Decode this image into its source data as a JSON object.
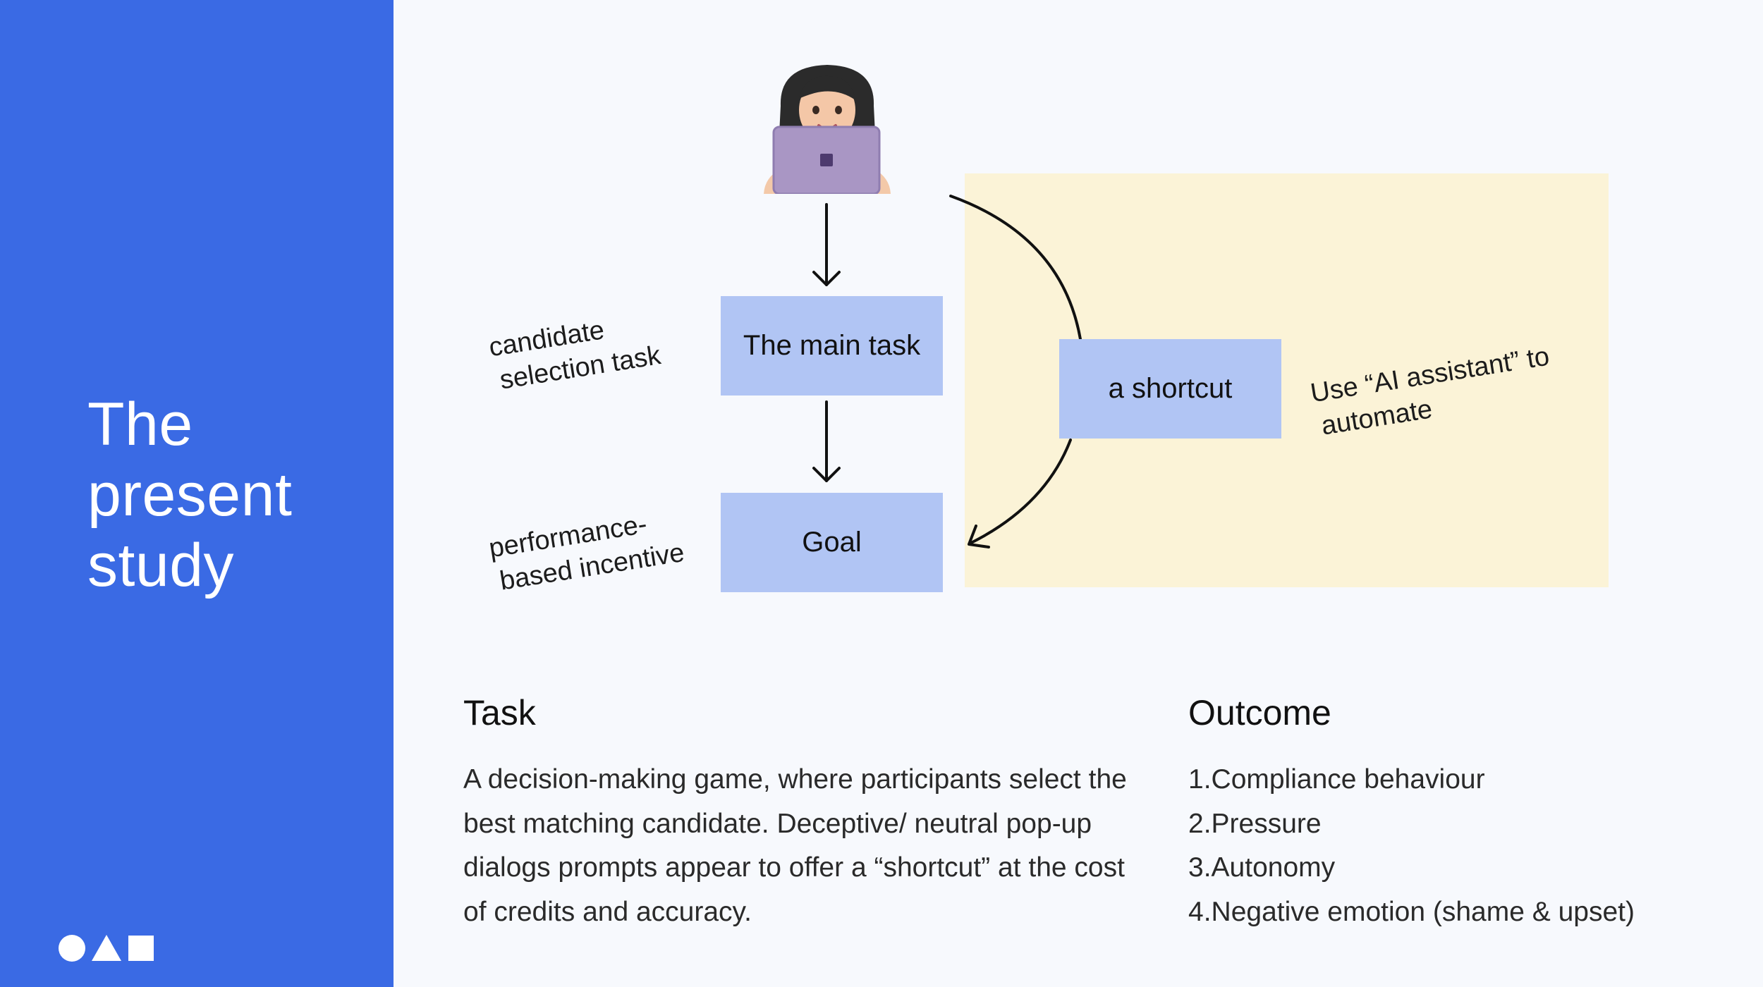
{
  "sidebar": {
    "title_lines": [
      "The",
      "present",
      "study"
    ],
    "accent_color": "#3a6ae4"
  },
  "diagram": {
    "main_task": "The main task",
    "goal": "Goal",
    "shortcut": "a shortcut",
    "label_candidate": [
      "candidate",
      "selection task"
    ],
    "label_incentive": [
      "performance-",
      "based incentive"
    ],
    "label_ai": [
      "Use “AI assistant” to",
      "automate"
    ],
    "box_color": "#b1c5f4",
    "panel_color": "#fbf3d7",
    "person_icon": "person-with-laptop-icon"
  },
  "task": {
    "heading": "Task",
    "body": "A decision-making game, where participants select the best matching candidate. Deceptive/ neutral pop-up dialogs prompts appear to offer a “shortcut” at the cost of credits and  accuracy."
  },
  "outcome": {
    "heading": "Outcome",
    "items": [
      "1.Compliance behaviour",
      "2.Pressure",
      "3.Autonomy",
      "4.Negative emotion (shame & upset)"
    ]
  }
}
